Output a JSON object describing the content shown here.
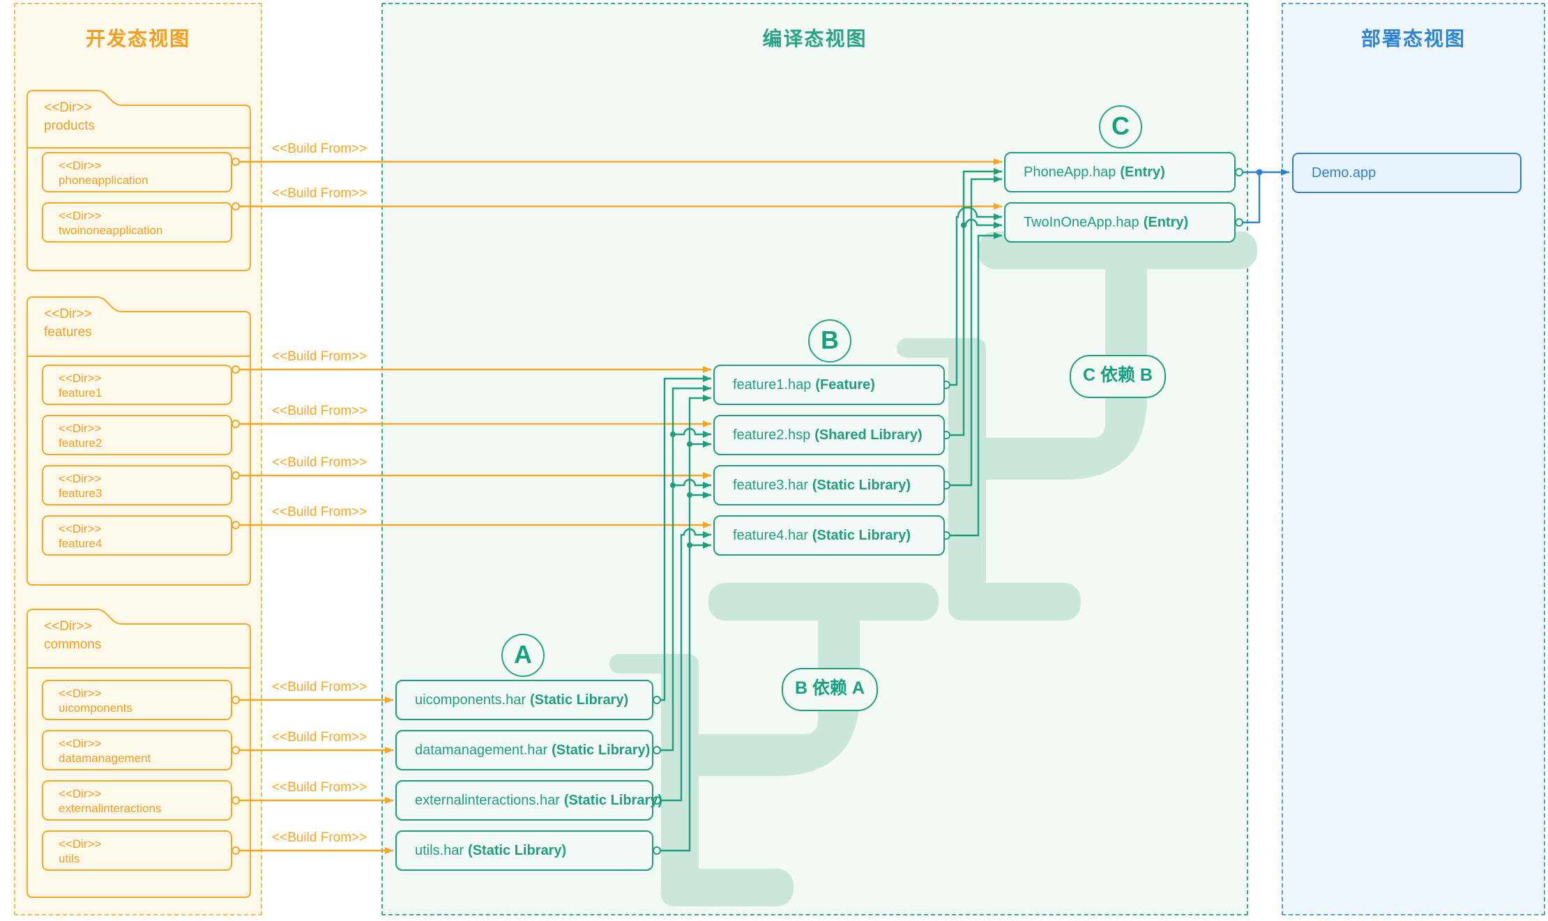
{
  "diagram": {
    "panels": {
      "dev": {
        "title": "开发态视图",
        "folders": [
          {
            "stereotype": "<<Dir>>",
            "name": "products",
            "children": [
              {
                "stereotype": "<<Dir>>",
                "name": "phoneapplication"
              },
              {
                "stereotype": "<<Dir>>",
                "name": "twoinoneapplication"
              }
            ]
          },
          {
            "stereotype": "<<Dir>>",
            "name": "features",
            "children": [
              {
                "stereotype": "<<Dir>>",
                "name": "feature1"
              },
              {
                "stereotype": "<<Dir>>",
                "name": "feature2"
              },
              {
                "stereotype": "<<Dir>>",
                "name": "feature3"
              },
              {
                "stereotype": "<<Dir>>",
                "name": "feature4"
              }
            ]
          },
          {
            "stereotype": "<<Dir>>",
            "name": "commons",
            "children": [
              {
                "stereotype": "<<Dir>>",
                "name": "uicomponents"
              },
              {
                "stereotype": "<<Dir>>",
                "name": "datamanagement"
              },
              {
                "stereotype": "<<Dir>>",
                "name": "externalinteractions"
              },
              {
                "stereotype": "<<Dir>>",
                "name": "utils"
              }
            ]
          }
        ]
      },
      "build": {
        "title": "编译态视图",
        "groups": [
          {
            "letter": "A",
            "modules": [
              {
                "name": "uicomponents.har",
                "type": "(Static Library)"
              },
              {
                "name": "datamanagement.har",
                "type": "(Static Library)"
              },
              {
                "name": "externalinteractions.har",
                "type": "(Static Library)"
              },
              {
                "name": "utils.har",
                "type": "(Static Library)"
              }
            ]
          },
          {
            "letter": "B",
            "modules": [
              {
                "name": "feature1.hap",
                "type": "(Feature)"
              },
              {
                "name": "feature2.hsp",
                "type": "(Shared Library)"
              },
              {
                "name": "feature3.har",
                "type": "(Static Library)"
              },
              {
                "name": "feature4.har",
                "type": "(Static Library)"
              }
            ]
          },
          {
            "letter": "C",
            "modules": [
              {
                "name": "PhoneApp.hap",
                "type": "(Entry)"
              },
              {
                "name": "TwoInOneApp.hap",
                "type": "(Entry)"
              }
            ]
          }
        ],
        "dependency_labels": [
          {
            "text": "C 依赖 B"
          },
          {
            "text": "B 依赖 A"
          }
        ]
      },
      "deploy": {
        "title": "部署态视图",
        "artifacts": [
          {
            "name": "Demo.app"
          }
        ]
      }
    },
    "edge_label": "<<Build From>>",
    "edges": {
      "build_from": [
        [
          "phoneapplication",
          "PhoneApp.hap"
        ],
        [
          "twoinoneapplication",
          "TwoInOneApp.hap"
        ],
        [
          "feature1",
          "feature1.hap"
        ],
        [
          "feature2",
          "feature2.hsp"
        ],
        [
          "feature3",
          "feature3.har"
        ],
        [
          "feature4",
          "feature4.har"
        ],
        [
          "uicomponents",
          "uicomponents.har"
        ],
        [
          "datamanagement",
          "datamanagement.har"
        ],
        [
          "externalinteractions",
          "externalinteractions.har"
        ],
        [
          "utils",
          "utils.har"
        ]
      ],
      "depends_on": [
        [
          "PhoneApp.hap",
          "feature2.hsp"
        ],
        [
          "PhoneApp.hap",
          "feature3.har"
        ],
        [
          "TwoInOneApp.hap",
          "feature1.hap"
        ],
        [
          "TwoInOneApp.hap",
          "feature2.hsp"
        ],
        [
          "TwoInOneApp.hap",
          "feature4.har"
        ],
        [
          "feature1.hap",
          "uicomponents.har"
        ],
        [
          "feature1.hap",
          "datamanagement.har"
        ],
        [
          "feature1.hap",
          "utils.har"
        ],
        [
          "feature2.hsp",
          "datamanagement.har"
        ],
        [
          "feature2.hsp",
          "utils.har"
        ],
        [
          "feature3.har",
          "datamanagement.har"
        ],
        [
          "feature3.har",
          "utils.har"
        ],
        [
          "feature4.har",
          "externalinteractions.har"
        ],
        [
          "feature4.har",
          "utils.har"
        ]
      ],
      "packaged_into": [
        [
          "PhoneApp.hap",
          "Demo.app"
        ],
        [
          "TwoInOneApp.hap",
          "Demo.app"
        ]
      ]
    },
    "colors": {
      "orange": "#F5A623",
      "teal": "#1E9E7D",
      "blue": "#2E7FD1",
      "band": "#CBE7DC"
    }
  }
}
